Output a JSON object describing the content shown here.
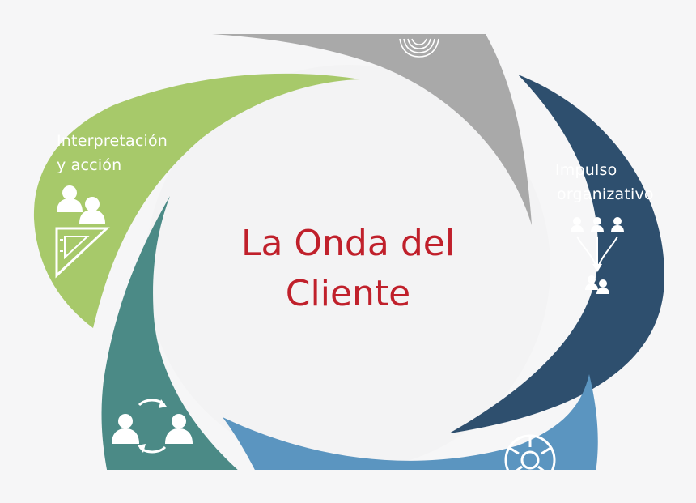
{
  "diagram": {
    "center_title": {
      "line1": "La Onda del",
      "line2": "Cliente"
    },
    "colors": {
      "background": "#f6f6f7",
      "center_circle": "#f3f3f4",
      "title": "#c0202b",
      "gray": "#a9a9a9",
      "navy": "#2e4f6e",
      "light_blue": "#5b95c0",
      "teal": "#4b8a86",
      "green": "#a7c96a"
    },
    "segments": [
      {
        "id": "gray",
        "icon": "fingerprint-icon"
      },
      {
        "id": "navy",
        "label_line1": "Impulso",
        "label_line2": "organizativo",
        "icon": "people-arrows-icon"
      },
      {
        "id": "light-blue",
        "icon": "gear-wheel-icon"
      },
      {
        "id": "teal",
        "icon": "people-exchange-icon"
      },
      {
        "id": "green",
        "label_line1": "Interpretación",
        "label_line2": "y acción",
        "icon": "people-ruler-icon"
      }
    ]
  }
}
